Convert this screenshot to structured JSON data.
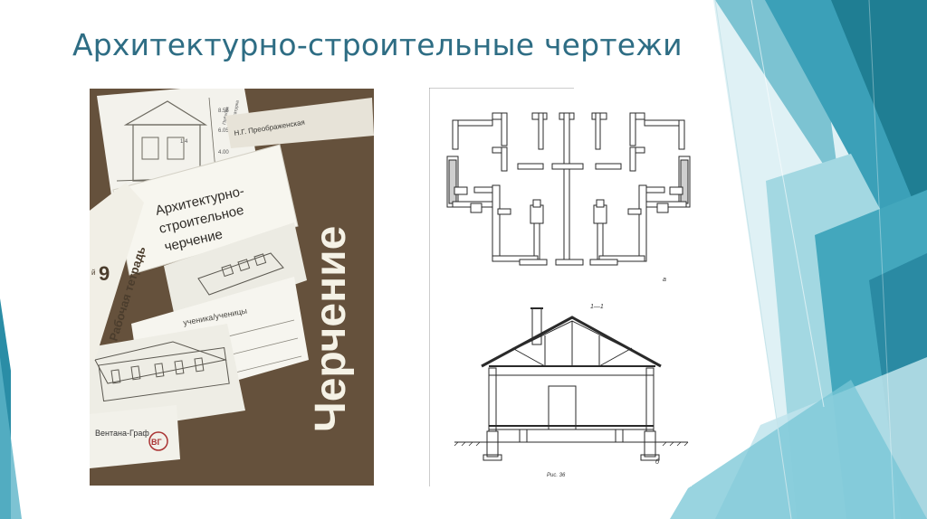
{
  "slide": {
    "title": "Архитектурно-строительные чертежи"
  },
  "cover": {
    "author": "Н.Г. Преображенская",
    "label_line1": "Архитектурно-",
    "label_line2": "строительное",
    "label_line3": "черчение",
    "workbook": "Рабочая тетрадь",
    "grade": "9",
    "grade_sup": "й",
    "student": "ученика/ученицы",
    "subject": "Черчение",
    "publisher": "Вентана-Граф",
    "publisher_mark": "ВГ",
    "dim_top": "8.55",
    "dim_mid": "6.05",
    "dim_low": "4.00",
    "dim_right": "1.4",
    "dim_tag": "Побелка",
    "dim_tag2": "Штукатурка"
  },
  "drawing": {
    "plan_label": "а",
    "section_label": "1—1",
    "section_letter": "б",
    "figure_caption": "Рис. 36"
  },
  "colors": {
    "title": "#2e6d84",
    "cover_brown": "#6a5640",
    "teal_dark": "#1f7e93",
    "teal_mid": "#3aa0b8",
    "teal_light": "#8fd0dc"
  }
}
